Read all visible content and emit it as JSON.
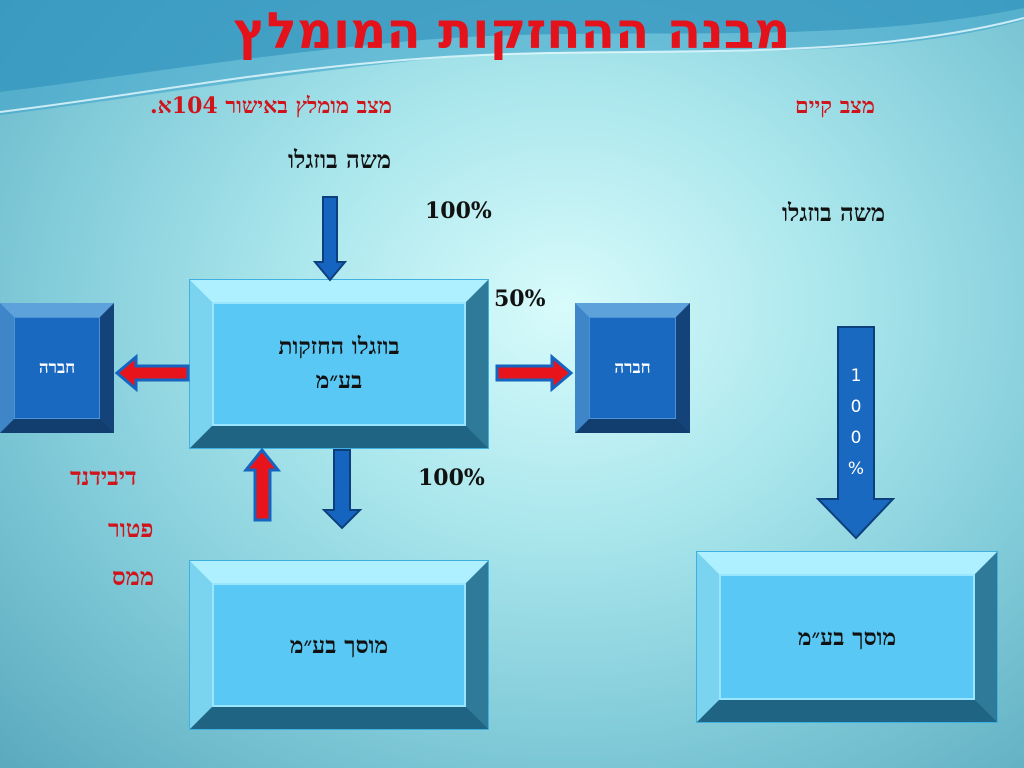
{
  "title": "מבנה ההחזקות המומלץ",
  "headers": {
    "recommended": "מצב מומלץ באישור 104א.",
    "existing": "מצב קיים"
  },
  "left": {
    "owner": "משה בוזגלו",
    "pct_top": "100%",
    "pct_mid": "50%",
    "pct_bottom": "100%",
    "holding_line1": "בוזגלו החזקות",
    "holding_line2": "בע״מ",
    "company_left": "חברה",
    "company_right": "חברה",
    "dividend": "דיבידנד",
    "exempt_line1": "פטור",
    "exempt_line2": "ממס",
    "garage": "מוסך בע״מ"
  },
  "right": {
    "owner": "משה בוזגלו",
    "arrow_label": [
      "1",
      "0",
      "0",
      "%"
    ],
    "garage": "מוסך בע״מ"
  },
  "colors": {
    "title": "#e3121b",
    "arrow_blue": "#1565c0",
    "arrow_red": "#e8141c",
    "box_light": "#5ac8f5",
    "box_dark": "#1a69c0"
  }
}
